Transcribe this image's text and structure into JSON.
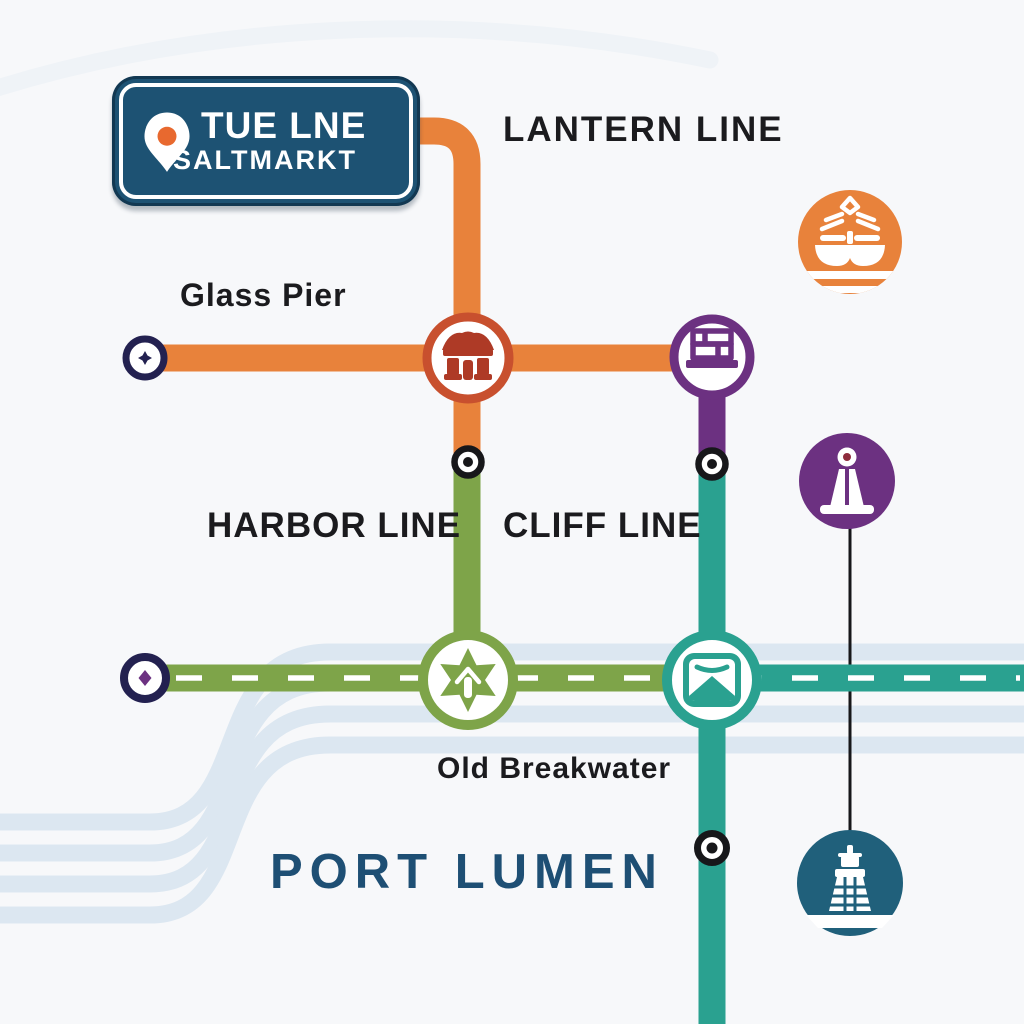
{
  "title": "PORT LUMEN",
  "badge": {
    "line_name": "TUE LNE",
    "station_name": "SALTMARKT",
    "icon": "location-pin-icon"
  },
  "labels": {
    "lantern_line": "LANTERN LINE",
    "harbor_line": "HARBOR LINE",
    "cliff_line": "CLIFF LINE",
    "glass_pier": "Glass Pier",
    "old_breakwater": "Old Breakwater",
    "port_lumen": "PORT LUMEN"
  },
  "line_colors": {
    "lantern_orange": "#E8823B",
    "harbor_green": "#7EA449",
    "cliff_purple": "#6C3181",
    "coastal_teal": "#2AA190"
  },
  "icons": {
    "badge_pin": "location-pin-icon",
    "saltmarkt_interchange": "market-hall-icon",
    "purple_station": "warehouse-icon",
    "green_interchange": "tree-star-icon",
    "teal_interchange": "mountain-tent-icon",
    "orange_medallion": "boat-lantern-icon",
    "purple_medallion": "beacon-icon",
    "dark_teal_medallion": "lightship-icon",
    "glass_pier_terminus": "star-marker-icon",
    "green_terminus": "diamond-marker-icon"
  },
  "colors": {
    "orange": "#E8823B",
    "orange_deep": "#C8502E",
    "brick": "#AE3A26",
    "purple": "#6C3181",
    "green": "#7EA449",
    "teal": "#2AA190",
    "dark_teal": "#20607B",
    "navy": "#1D5273",
    "navy_ring": "#232150",
    "ink": "#17171A",
    "title_blue": "#1E4F74",
    "wave_blue": "#DCE7F1",
    "pin_orange": "#E8692F",
    "beacon_dot": "#8E2C3C",
    "background": "#F7F8FA"
  }
}
